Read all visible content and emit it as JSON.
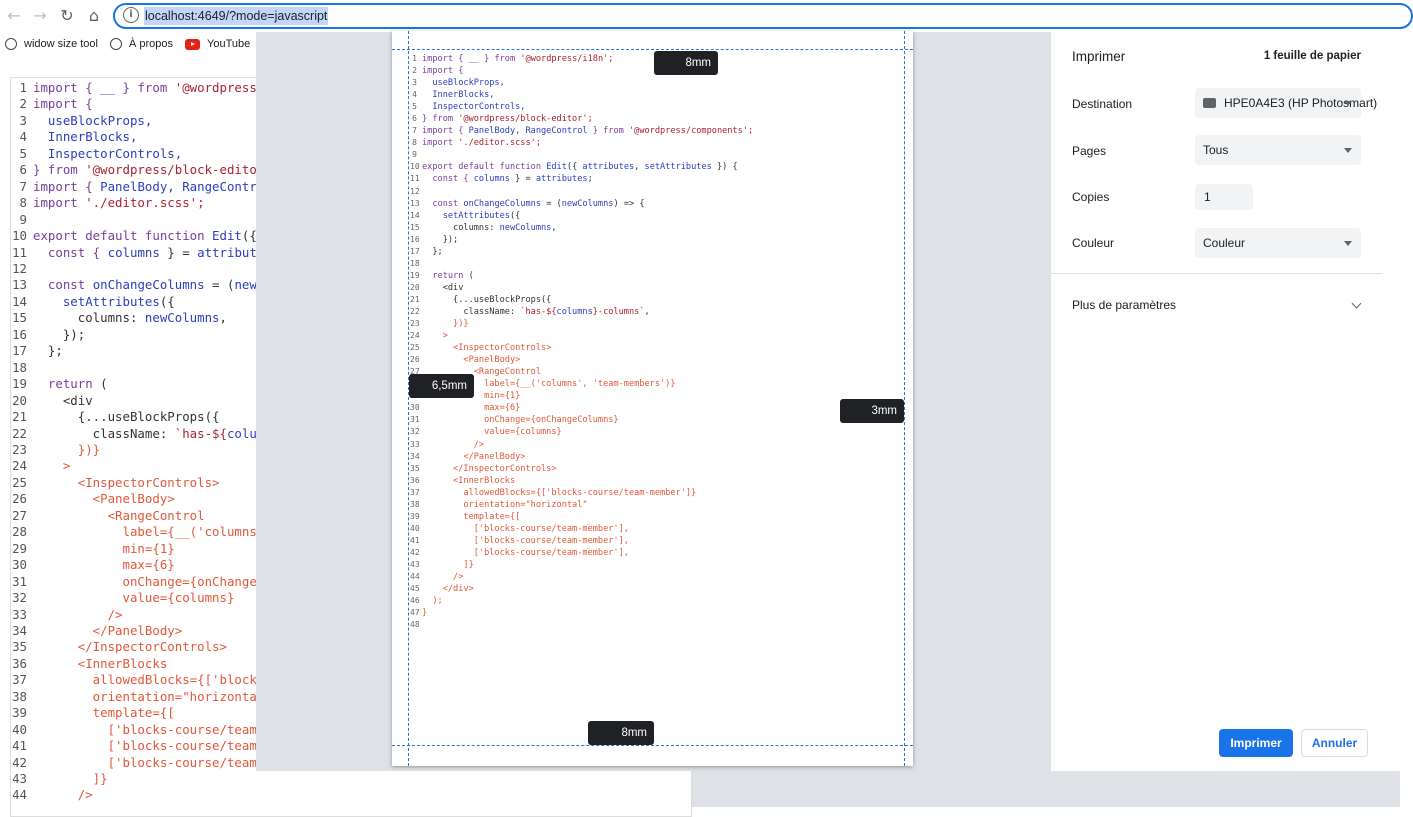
{
  "browser": {
    "url": "localhost:4649/?mode=javascript",
    "bookmarks": [
      {
        "label": "widow size tool",
        "icon": "globe-icon"
      },
      {
        "label": "À propos",
        "icon": "globe-icon"
      },
      {
        "label": "YouTube",
        "icon": "youtube-icon"
      }
    ]
  },
  "editor": {
    "lines": [
      [
        {
          "t": "import { ",
          "c": "kw"
        },
        {
          "t": "__",
          "c": "vr"
        },
        {
          "t": " } from ",
          "c": "kw"
        },
        {
          "t": "'@wordpress/i18n';",
          "c": "st"
        }
      ],
      [
        {
          "t": "import {",
          "c": "kw"
        }
      ],
      [
        {
          "t": "  useBlockProps,",
          "c": "vr"
        }
      ],
      [
        {
          "t": "  InnerBlocks,",
          "c": "vr"
        }
      ],
      [
        {
          "t": "  InspectorControls,",
          "c": "vr"
        }
      ],
      [
        {
          "t": "} from ",
          "c": "kw"
        },
        {
          "t": "'@wordpress/block-editor';",
          "c": "st"
        }
      ],
      [
        {
          "t": "import { ",
          "c": "kw"
        },
        {
          "t": "PanelBody, RangeControl",
          "c": "vr"
        },
        {
          "t": " } from ",
          "c": "kw"
        },
        {
          "t": "'@wordpress/components';",
          "c": "st"
        }
      ],
      [
        {
          "t": "import ",
          "c": "kw"
        },
        {
          "t": "'./editor.scss';",
          "c": "st"
        }
      ],
      [
        {
          "t": "",
          "c": "src"
        }
      ],
      [
        {
          "t": "export default function ",
          "c": "kw"
        },
        {
          "t": "Edit",
          "c": "vr"
        },
        {
          "t": "({ ",
          "c": "src"
        },
        {
          "t": "attributes",
          "c": "vr"
        },
        {
          "t": ", ",
          "c": "src"
        },
        {
          "t": "setAttributes",
          "c": "vr"
        },
        {
          "t": " }) {",
          "c": "src"
        }
      ],
      [
        {
          "t": "  const { ",
          "c": "kw"
        },
        {
          "t": "columns",
          "c": "vr"
        },
        {
          "t": " } = ",
          "c": "src"
        },
        {
          "t": "attributes",
          "c": "vr"
        },
        {
          "t": ";",
          "c": "src"
        }
      ],
      [
        {
          "t": "",
          "c": "src"
        }
      ],
      [
        {
          "t": "  const ",
          "c": "kw"
        },
        {
          "t": "onChangeColumns",
          "c": "vr"
        },
        {
          "t": " = (",
          "c": "src"
        },
        {
          "t": "newColumns",
          "c": "vr"
        },
        {
          "t": ") => {",
          "c": "src"
        }
      ],
      [
        {
          "t": "    setAttributes",
          "c": "vr"
        },
        {
          "t": "({",
          "c": "src"
        }
      ],
      [
        {
          "t": "      columns: ",
          "c": "src"
        },
        {
          "t": "newColumns",
          "c": "vr"
        },
        {
          "t": ",",
          "c": "src"
        }
      ],
      [
        {
          "t": "    });",
          "c": "src"
        }
      ],
      [
        {
          "t": "  };",
          "c": "src"
        }
      ],
      [
        {
          "t": "",
          "c": "src"
        }
      ],
      [
        {
          "t": "  return ",
          "c": "kw"
        },
        {
          "t": "(",
          "c": "src"
        }
      ],
      [
        {
          "t": "    <div",
          "c": "src"
        }
      ],
      [
        {
          "t": "      {...useBlockProps({",
          "c": "src"
        }
      ],
      [
        {
          "t": "        className: ",
          "c": "src"
        },
        {
          "t": "`has-${",
          "c": "st"
        },
        {
          "t": "columns",
          "c": "vr"
        },
        {
          "t": "}-columns`",
          "c": "st"
        },
        {
          "t": ",",
          "c": "src"
        }
      ],
      [
        {
          "t": "      })}",
          "c": "tg"
        }
      ],
      [
        {
          "t": "    >",
          "c": "tg"
        }
      ],
      [
        {
          "t": "      <InspectorControls>",
          "c": "tg"
        }
      ],
      [
        {
          "t": "        <PanelBody>",
          "c": "tg"
        }
      ],
      [
        {
          "t": "          <RangeControl",
          "c": "tg"
        }
      ],
      [
        {
          "t": "            label={__('columns', 'team-members')}",
          "c": "tg"
        }
      ],
      [
        {
          "t": "            min={1}",
          "c": "tg"
        }
      ],
      [
        {
          "t": "            max={6}",
          "c": "tg"
        }
      ],
      [
        {
          "t": "            onChange={onChangeColumns}",
          "c": "tg"
        }
      ],
      [
        {
          "t": "            value={columns}",
          "c": "tg"
        }
      ],
      [
        {
          "t": "          />",
          "c": "tg"
        }
      ],
      [
        {
          "t": "        </PanelBody>",
          "c": "tg"
        }
      ],
      [
        {
          "t": "      </InspectorControls>",
          "c": "tg"
        }
      ],
      [
        {
          "t": "      <InnerBlocks",
          "c": "tg"
        }
      ],
      [
        {
          "t": "        allowedBlocks={['blocks-course/team-member']}",
          "c": "tg"
        }
      ],
      [
        {
          "t": "        orientation=\"horizontal\"",
          "c": "tg"
        }
      ],
      [
        {
          "t": "        template={[",
          "c": "tg"
        }
      ],
      [
        {
          "t": "          ['blocks-course/team-member'],",
          "c": "tg"
        }
      ],
      [
        {
          "t": "          ['blocks-course/team-member'],",
          "c": "tg"
        }
      ],
      [
        {
          "t": "          ['blocks-course/team-member'],",
          "c": "tg"
        }
      ],
      [
        {
          "t": "        ]}",
          "c": "tg"
        }
      ],
      [
        {
          "t": "      />",
          "c": "tg"
        }
      ],
      [
        {
          "t": "    </div>",
          "c": "tg"
        }
      ],
      [
        {
          "t": "  );",
          "c": "tg"
        }
      ],
      [
        {
          "t": "}",
          "c": "tg"
        }
      ],
      [
        {
          "t": "",
          "c": "src"
        }
      ]
    ],
    "visible_line_count": 44
  },
  "preview": {
    "margin_labels": {
      "top": "8mm",
      "left": "6,5mm",
      "right": "3mm",
      "bottom": "8mm"
    }
  },
  "print_panel": {
    "title": "Imprimer",
    "sheet_count": "1 feuille de papier",
    "destination_label": "Destination",
    "destination_value": "HPE0A4E3 (HP Photosmart)",
    "pages_label": "Pages",
    "pages_value": "Tous",
    "copies_label": "Copies",
    "copies_value": "1",
    "color_label": "Couleur",
    "color_value": "Couleur",
    "more_settings": "Plus de paramètres",
    "print_button": "Imprimer",
    "cancel_button": "Annuler",
    "accent_color": "#1a73e8"
  }
}
